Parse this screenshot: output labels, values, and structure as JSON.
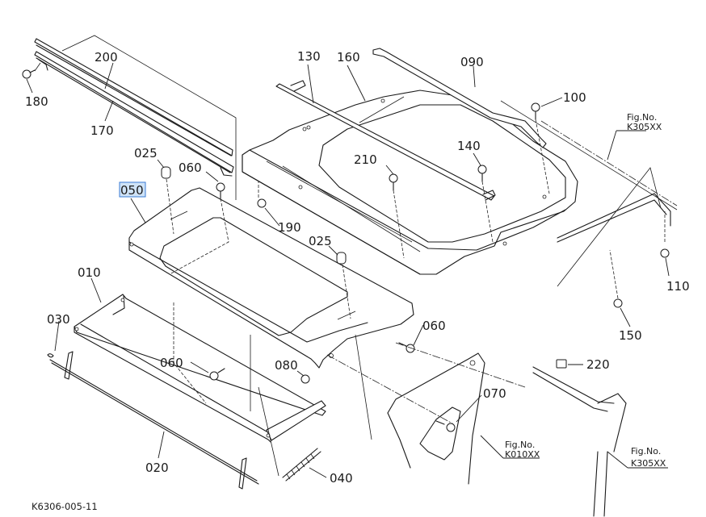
{
  "diagram": {
    "title": "Exploded parts diagram",
    "drawing_code": "K6306-005-11",
    "highlight_color": "#cfe3f7",
    "highlighted_part": "050",
    "callouts": [
      {
        "id": "200",
        "part": "200"
      },
      {
        "id": "180",
        "part": "180"
      },
      {
        "id": "170",
        "part": "170"
      },
      {
        "id": "130",
        "part": "130"
      },
      {
        "id": "160",
        "part": "160"
      },
      {
        "id": "090",
        "part": "090"
      },
      {
        "id": "100",
        "part": "100"
      },
      {
        "id": "025a",
        "part": "025"
      },
      {
        "id": "060a",
        "part": "060"
      },
      {
        "id": "050",
        "part": "050"
      },
      {
        "id": "210",
        "part": "210"
      },
      {
        "id": "140",
        "part": "140"
      },
      {
        "id": "190",
        "part": "190"
      },
      {
        "id": "025b",
        "part": "025"
      },
      {
        "id": "110",
        "part": "110"
      },
      {
        "id": "010",
        "part": "010"
      },
      {
        "id": "030",
        "part": "030"
      },
      {
        "id": "060b",
        "part": "060"
      },
      {
        "id": "150",
        "part": "150"
      },
      {
        "id": "060c",
        "part": "060"
      },
      {
        "id": "080",
        "part": "080"
      },
      {
        "id": "220",
        "part": "220"
      },
      {
        "id": "070",
        "part": "070"
      },
      {
        "id": "020",
        "part": "020"
      },
      {
        "id": "040",
        "part": "040"
      }
    ],
    "figure_refs": [
      {
        "label": "Fig.No.",
        "code": "K305XX"
      },
      {
        "label": "Fig.No.",
        "code": "K010XX"
      },
      {
        "label": "Fig.No.",
        "code": "K305XX"
      }
    ]
  }
}
